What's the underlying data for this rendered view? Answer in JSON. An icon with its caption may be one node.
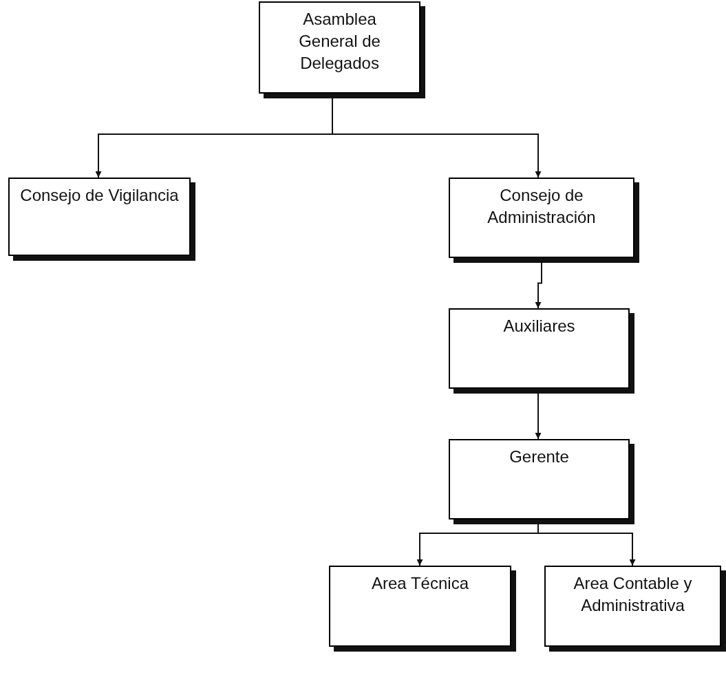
{
  "diagram": {
    "nodes": [
      {
        "text": [
          "Asamblea General de Delegados"
        ]
      },
      {
        "text": [
          "Consejo de Vigilancia"
        ]
      },
      {
        "text": [
          "Consejo de Administración"
        ]
      },
      {
        "text": [
          "Auxiliares"
        ]
      },
      {
        "text": [
          "Gerente"
        ]
      },
      {
        "text": [
          "Area Técnica"
        ]
      },
      {
        "text": [
          "Area Contable y Administrativa"
        ]
      }
    ],
    "edges": [
      {
        "from": 0,
        "to": 1,
        "arrow": "to"
      },
      {
        "from": 0,
        "to": 2,
        "arrow": "to"
      },
      {
        "from": 2,
        "to": 3,
        "arrow": "to"
      },
      {
        "from": 3,
        "to": 4,
        "arrow": "to"
      },
      {
        "from": 4,
        "to": 5,
        "arrow": "to"
      },
      {
        "from": 4,
        "to": 6,
        "arrow": "to"
      }
    ]
  }
}
